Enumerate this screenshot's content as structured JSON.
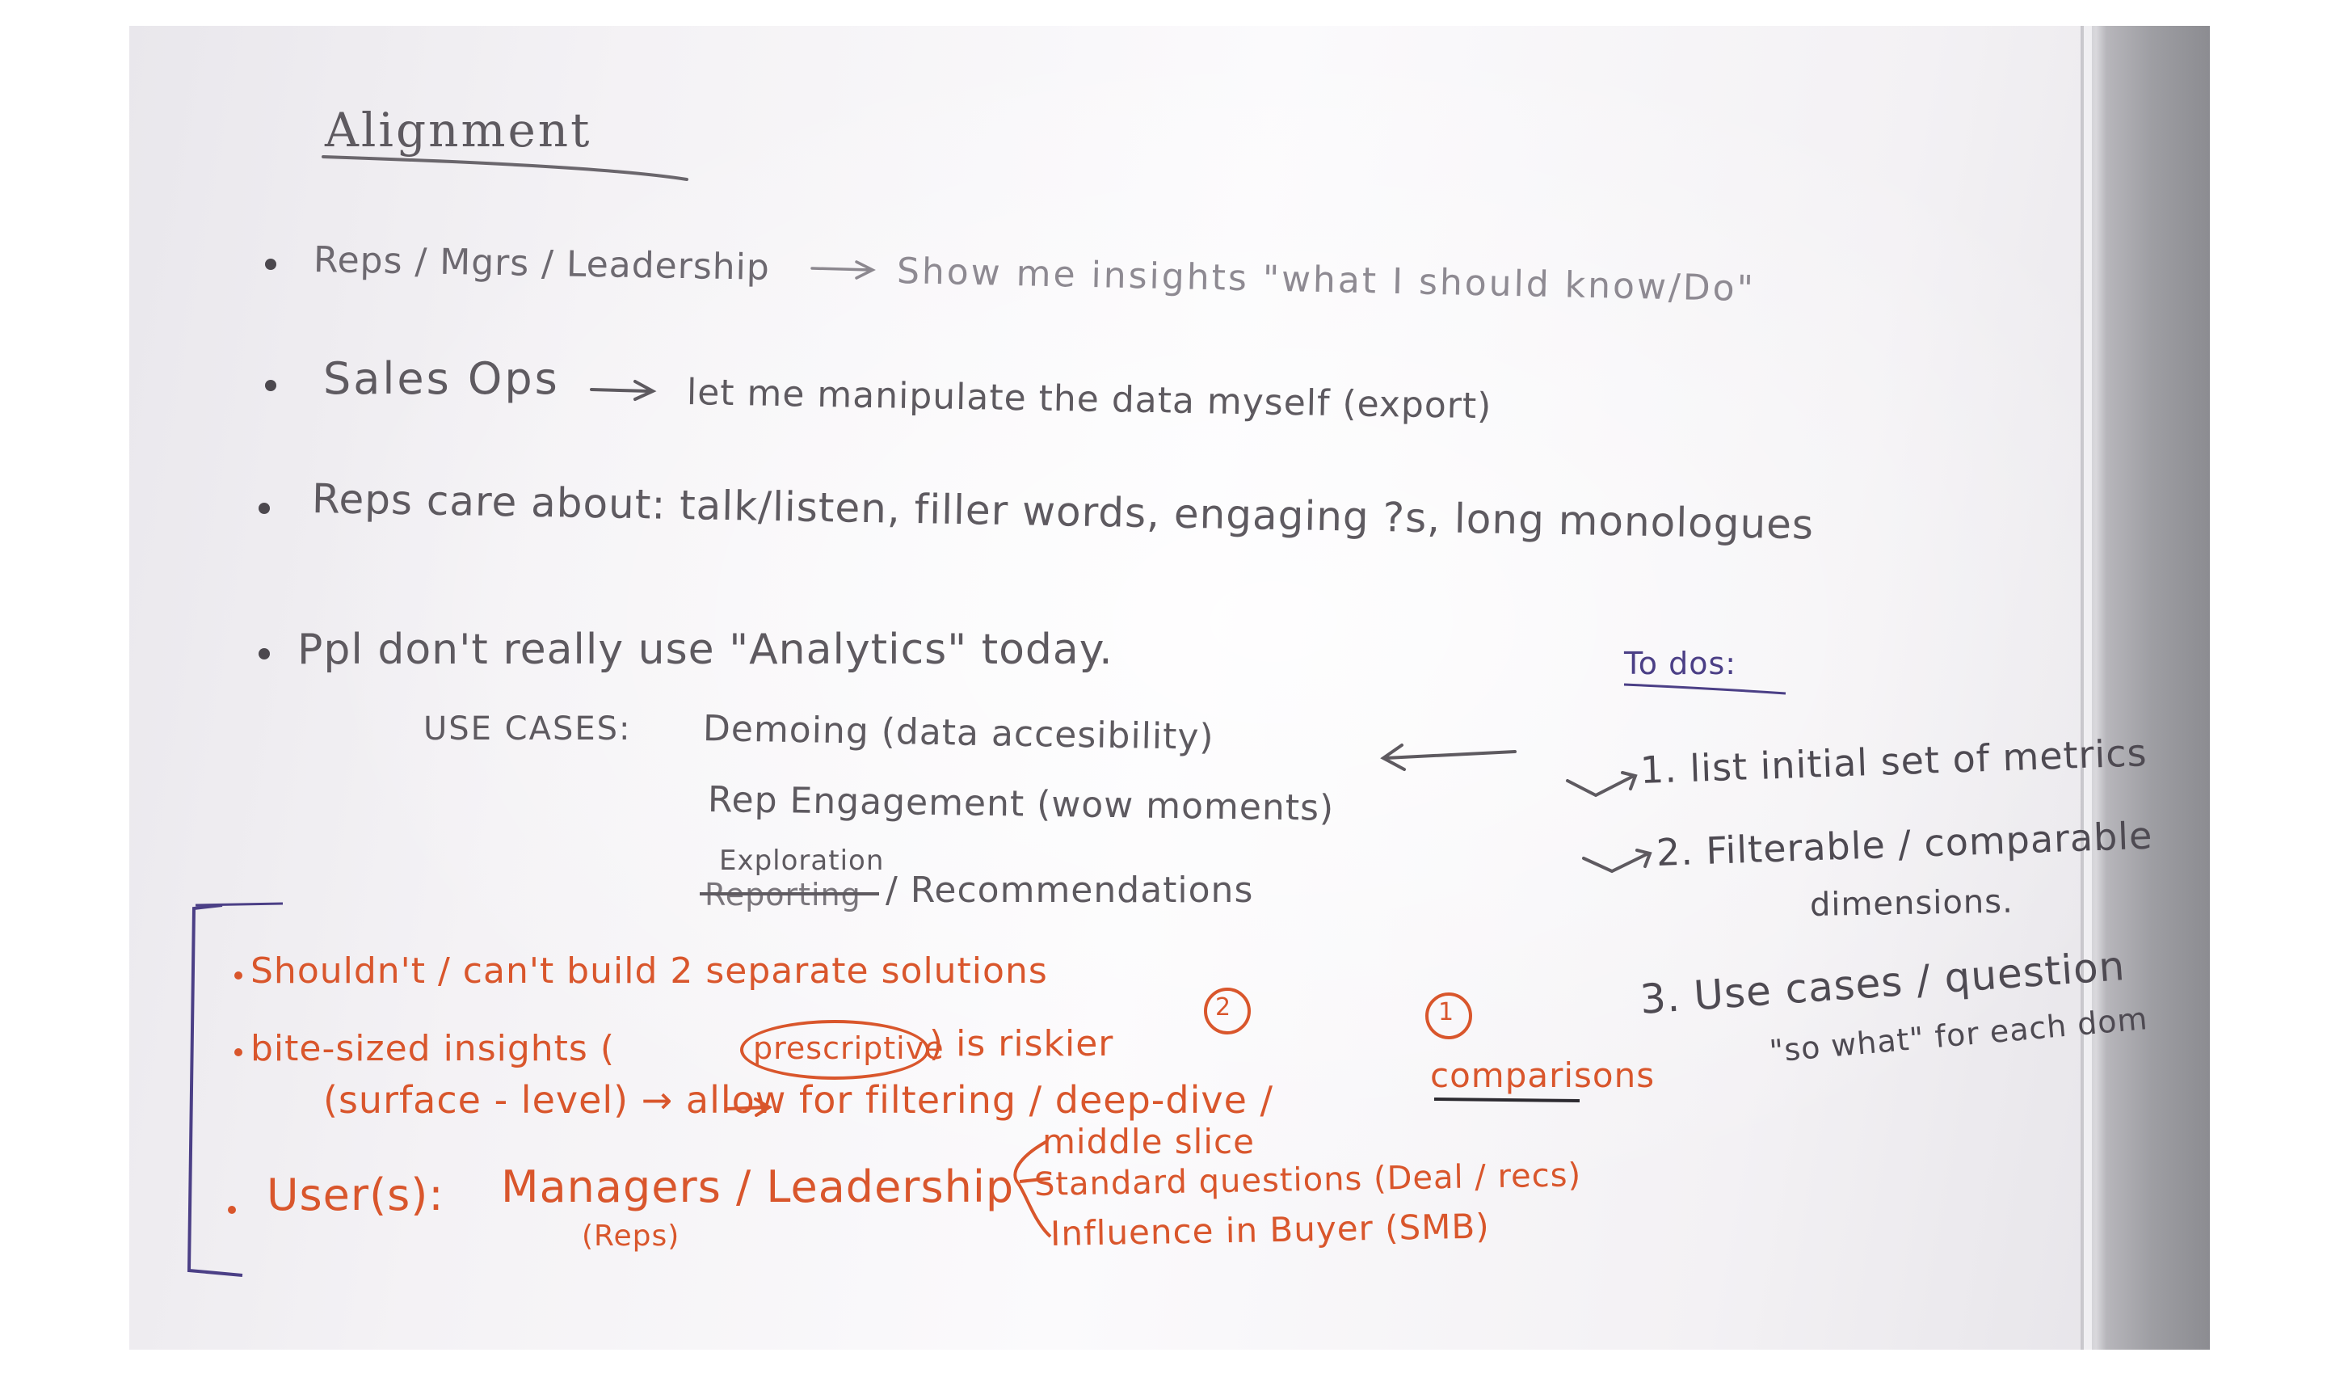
{
  "board": {
    "title": "Alignment",
    "notes": [
      {
        "left": "Reps / Mgrs / Leadership",
        "right": "Show me insights \"what I should know/Do\""
      },
      {
        "left": "Sales Ops",
        "right": "let me manipulate the data myself (export)"
      },
      {
        "text": "Reps care about: talk/listen, filler words, engaging ?s, long monologues"
      },
      {
        "text": "Ppl don't really use \"Analytics\" today."
      }
    ],
    "use_cases": {
      "label": "USE CASES:",
      "items": [
        "Demoing  (data accesibility)",
        "Rep Engagement  (wow moments)",
        "/ Recommendations"
      ],
      "struck_word": "Reporting",
      "insert_word": "Exploration"
    },
    "todos": {
      "heading": "To dos:",
      "items": [
        "1. list initial set of metrics",
        "2. Filterable / comparable",
        "dimensions.",
        "3. Use cases / question",
        "\"so what\" for each dom"
      ]
    },
    "orange_notes": {
      "line1": "Shouldn't / can't build 2 separate solutions",
      "line2_a": "bite-sized insights (",
      "line2_circled": "prescriptive",
      "line2_b": ") is riskier",
      "line3_a": "(surface - level) → allow for filtering / deep-dive /",
      "line3_b": "comparisons",
      "num_2": "2",
      "num_1": "1",
      "users_label": "User(s):",
      "users_value": "Managers / Leadership",
      "users_sub": "(Reps)",
      "branches": [
        "middle slice",
        "Standard questions (Deal / recs)",
        "Influence in Buyer (SMB)"
      ]
    }
  }
}
